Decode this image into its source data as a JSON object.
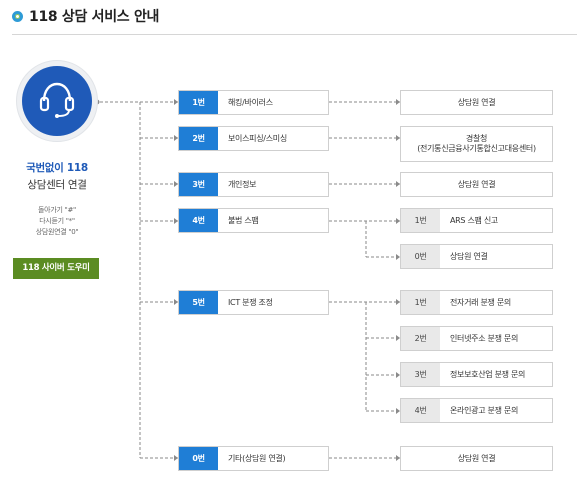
{
  "header": {
    "title": "118 상담 서비스 안내"
  },
  "left": {
    "icon": "headset-icon",
    "line1": "국번없이 118",
    "line2": "상담센터 연결",
    "hints": [
      "돌아가기 \"#\"",
      "다시듣기 \"*\"",
      "상담원연결 \"0\""
    ],
    "button": "118 사이버 도우미"
  },
  "menu": [
    {
      "num": "1번",
      "label": "해킹/바이러스",
      "result": "상담원 연결"
    },
    {
      "num": "2번",
      "label": "보이스피싱/스미싱",
      "result_line1": "경찰청",
      "result_line2": "(전기통신금융사기통합신고대응센터)"
    },
    {
      "num": "3번",
      "label": "개인정보",
      "result": "상담원 연결"
    },
    {
      "num": "4번",
      "label": "불법 스팸",
      "sub": [
        {
          "num": "1번",
          "label": "ARS 스팸 신고"
        },
        {
          "num": "0번",
          "label": "상담원 연결"
        }
      ]
    },
    {
      "num": "5번",
      "label": "ICT 분쟁 조정",
      "sub": [
        {
          "num": "1번",
          "label": "전자거래 분쟁 문의"
        },
        {
          "num": "2번",
          "label": "인터넷주소 분쟁 문의"
        },
        {
          "num": "3번",
          "label": "정보보호산업 분쟁 문의"
        },
        {
          "num": "4번",
          "label": "온라인광고 분쟁 문의"
        }
      ]
    },
    {
      "num": "0번",
      "label": "기타(상담원 연결)",
      "result": "상담원 연결"
    }
  ],
  "colors": {
    "primary_blue": "#1f7ed6",
    "circle_blue": "#1f5ab8",
    "button_green": "#5b8c22",
    "sub_num_gray": "#e9e9e9"
  }
}
